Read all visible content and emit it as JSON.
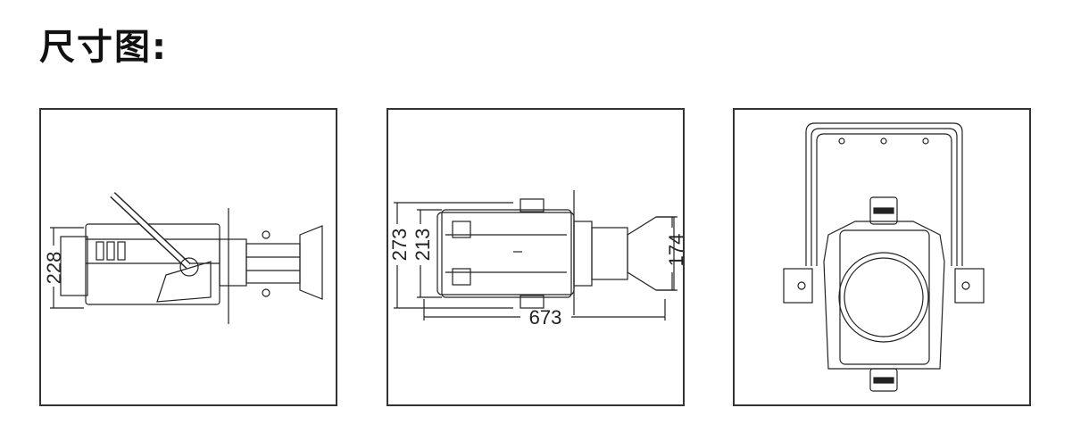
{
  "title": "尺寸图:",
  "views": [
    {
      "name": "side-view",
      "dimensions": {
        "height": "228"
      }
    },
    {
      "name": "top-view",
      "dimensions": {
        "outer_width": "273",
        "inner_width": "213",
        "front_width": "174",
        "length": "673"
      }
    },
    {
      "name": "front-view",
      "dimensions": {}
    }
  ]
}
